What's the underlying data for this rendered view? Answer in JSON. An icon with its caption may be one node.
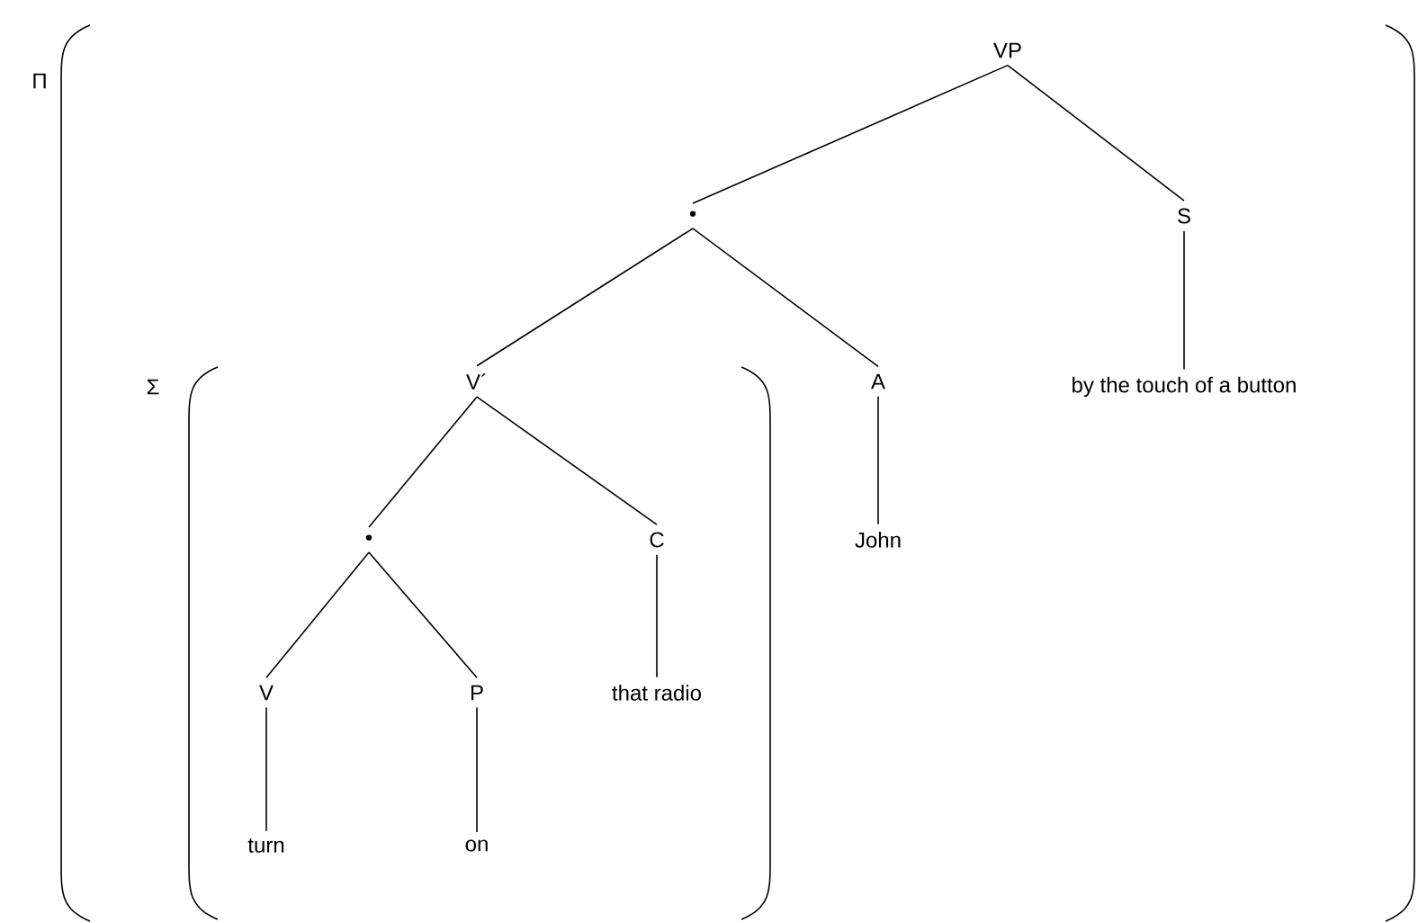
{
  "diagram": {
    "nodes": [
      {
        "text": [
          "VP"
        ]
      },
      {
        "text": [
          "•"
        ]
      },
      {
        "text": [
          "S"
        ]
      },
      {
        "text": [
          "V´"
        ]
      },
      {
        "text": [
          "A"
        ]
      },
      {
        "text": [
          "by the touch of a button"
        ]
      },
      {
        "text": [
          "•"
        ]
      },
      {
        "text": [
          "C"
        ]
      },
      {
        "text": [
          "John"
        ]
      },
      {
        "text": [
          "V"
        ]
      },
      {
        "text": [
          "P"
        ]
      },
      {
        "text": [
          "that radio"
        ]
      },
      {
        "text": [
          "turn"
        ]
      },
      {
        "text": [
          "on"
        ]
      }
    ],
    "edges": [
      {
        "from": 0,
        "to": 1,
        "arrow": "none"
      },
      {
        "from": 0,
        "to": 2,
        "arrow": "none"
      },
      {
        "from": 1,
        "to": 3,
        "arrow": "none"
      },
      {
        "from": 1,
        "to": 4,
        "arrow": "none"
      },
      {
        "from": 2,
        "to": 5,
        "arrow": "none"
      },
      {
        "from": 3,
        "to": 6,
        "arrow": "none"
      },
      {
        "from": 3,
        "to": 7,
        "arrow": "none"
      },
      {
        "from": 4,
        "to": 8,
        "arrow": "none"
      },
      {
        "from": 6,
        "to": 9,
        "arrow": "none"
      },
      {
        "from": 6,
        "to": 10,
        "arrow": "none"
      },
      {
        "from": 7,
        "to": 11,
        "arrow": "none"
      },
      {
        "from": 9,
        "to": 12,
        "arrow": "none"
      },
      {
        "from": 10,
        "to": 13,
        "arrow": "none"
      }
    ],
    "labels": [
      "Π",
      "Σ"
    ]
  }
}
